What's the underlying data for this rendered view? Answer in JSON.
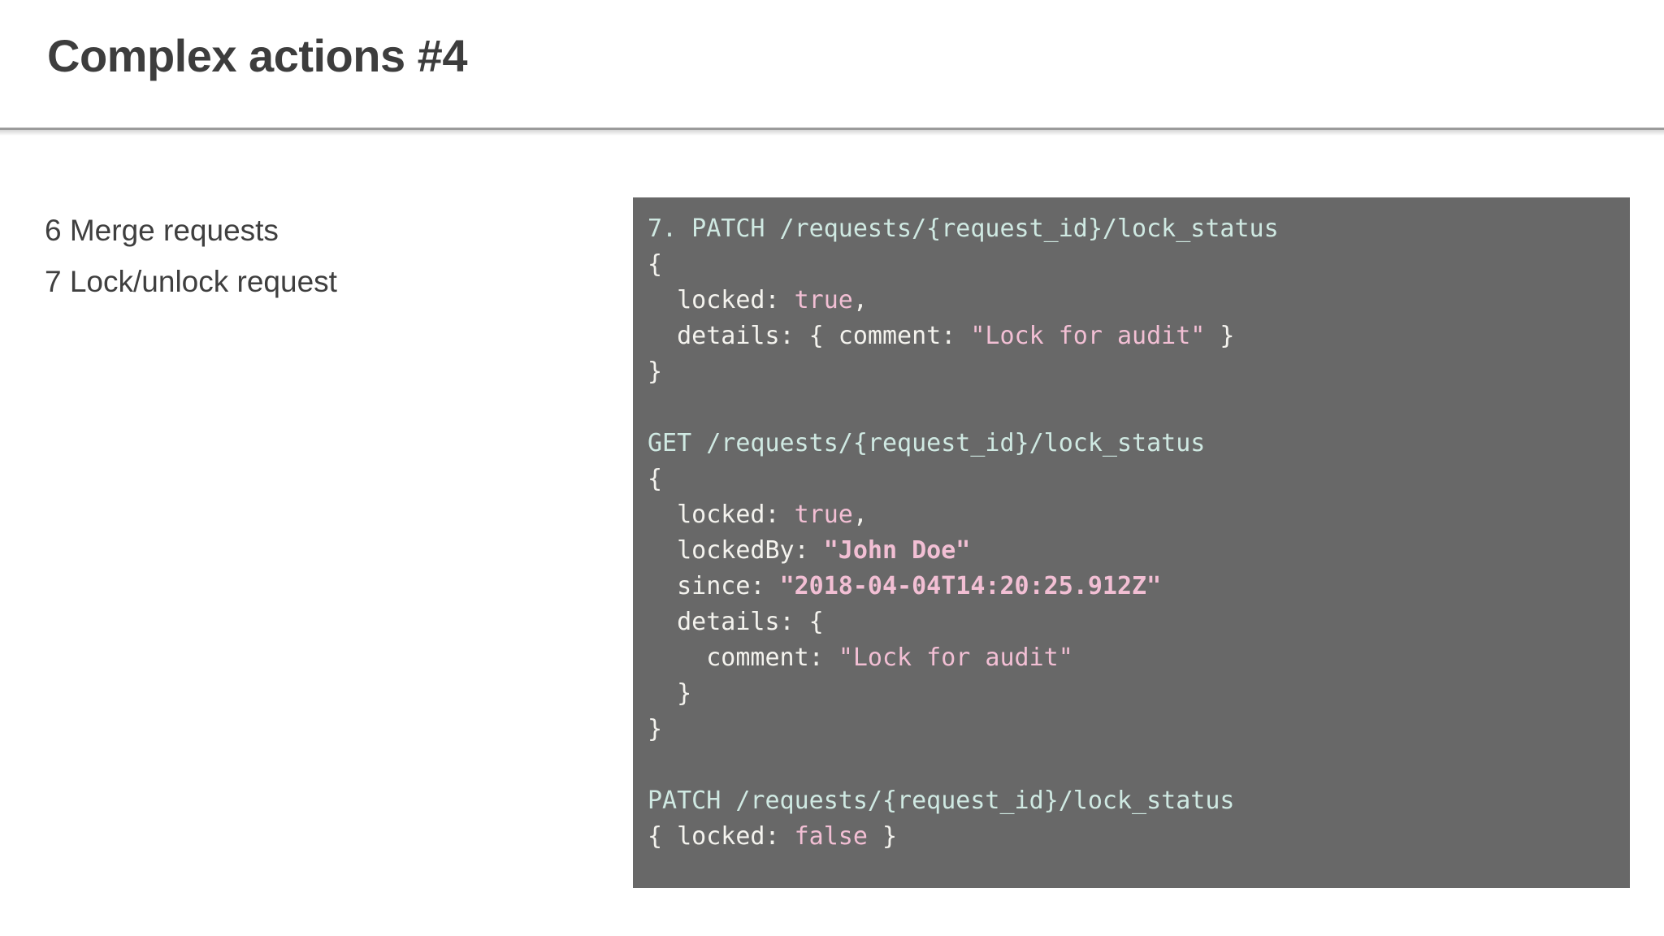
{
  "slide": {
    "title": "Complex actions #4",
    "title_color": "#3d3d3d",
    "background": "#ffffff",
    "rule_color": "#9b9b9b"
  },
  "bullets": [
    {
      "label": "6 Merge requests"
    },
    {
      "label": "7 Lock/unlock request"
    }
  ],
  "code_panel": {
    "background": "#686868",
    "url_color": "#cfe9e2",
    "plain_color": "#f4f3ee",
    "string_color": "#f2bfd4",
    "lines": [
      {
        "id": "l1",
        "text": "7. PATCH /requests/{request_id}/lock_status"
      },
      {
        "id": "l2",
        "text": "{"
      },
      {
        "id": "l3",
        "prefix": "  locked: ",
        "value": "true",
        "suffix": ","
      },
      {
        "id": "l4",
        "prefix": "  details: { comment: ",
        "value": "\"Lock for audit\"",
        "suffix": " }"
      },
      {
        "id": "l5",
        "text": "}"
      },
      {
        "id": "l6",
        "text": ""
      },
      {
        "id": "l7",
        "text": "GET /requests/{request_id}/lock_status"
      },
      {
        "id": "l8",
        "text": "{"
      },
      {
        "id": "l9",
        "prefix": "  locked: ",
        "value": "true",
        "suffix": ","
      },
      {
        "id": "l10",
        "prefix": "  lockedBy: ",
        "value": "\"John Doe\"",
        "suffix": ""
      },
      {
        "id": "l11",
        "prefix": "  since: ",
        "value": "\"2018-04-04T14:20:25.912Z\"",
        "suffix": ""
      },
      {
        "id": "l12",
        "text": "  details: {"
      },
      {
        "id": "l13",
        "prefix": "    comment: ",
        "value": "\"Lock for audit\"",
        "suffix": ""
      },
      {
        "id": "l14",
        "text": "  }"
      },
      {
        "id": "l15",
        "text": "}"
      },
      {
        "id": "l16",
        "text": ""
      },
      {
        "id": "l17",
        "text": "PATCH /requests/{request_id}/lock_status"
      },
      {
        "id": "l18",
        "prefix": "{ locked: ",
        "value": "false",
        "suffix": " }"
      }
    ]
  }
}
